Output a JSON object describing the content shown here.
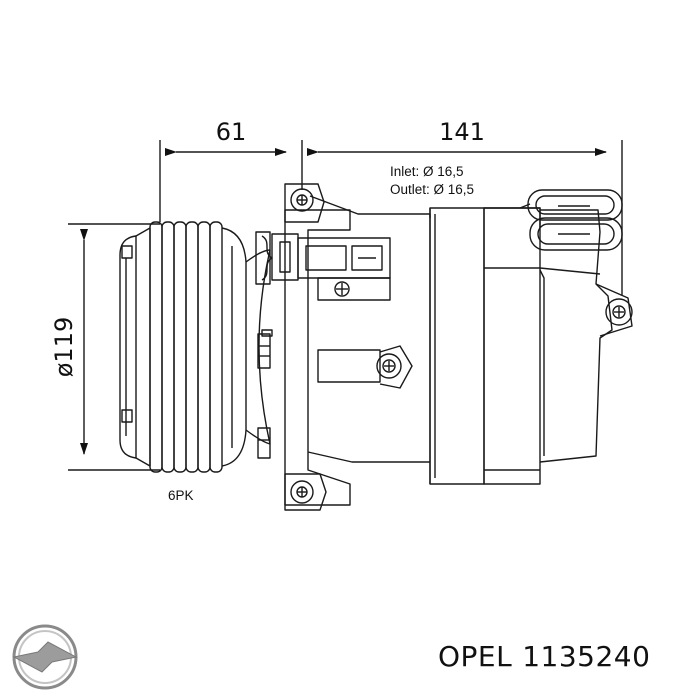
{
  "dimensions": {
    "width_left": "61",
    "width_right": "141",
    "diameter": "ø119"
  },
  "ports": {
    "inlet": "Inlet: Ø 16,5",
    "outlet": "Outlet: Ø 16,5"
  },
  "belt": "6PK",
  "brand": {
    "logo_icon": "opel-lightning-logo",
    "name": "OPEL",
    "part_number": "1135240"
  }
}
